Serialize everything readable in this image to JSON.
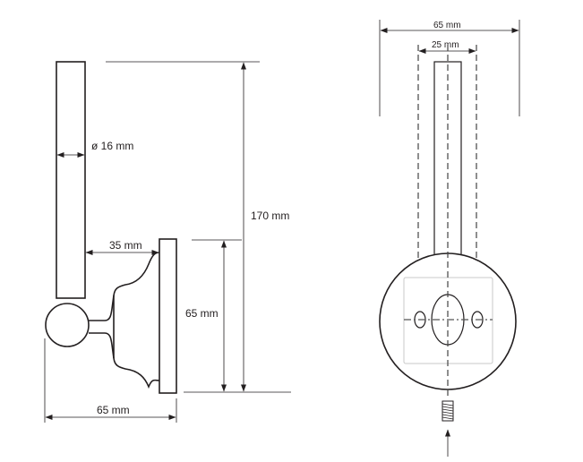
{
  "side_view": {
    "dimensions": {
      "height_total": "170 mm",
      "diameter": "ø 16 mm",
      "projection_to_rod": "35 mm",
      "plate_height": "65 mm",
      "depth": "65 mm"
    }
  },
  "front_view": {
    "dimensions": {
      "plate_width": "65 mm",
      "rod_width": "25 mm"
    }
  }
}
